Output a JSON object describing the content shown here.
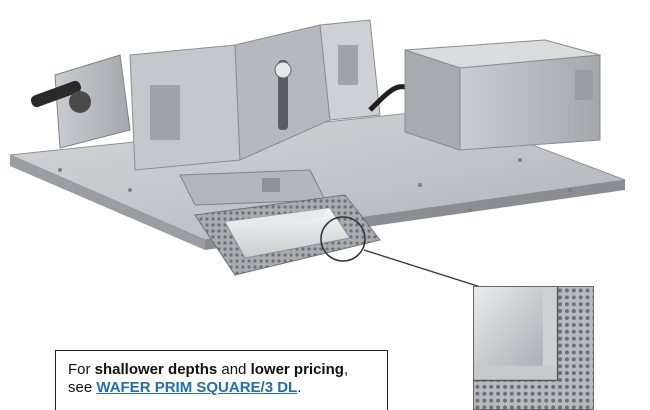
{
  "note": {
    "prefix": "For ",
    "emph1": "shallower depths",
    "mid": " and ",
    "emph2": "lower pricing",
    "suffix": ",",
    "line2_prefix": "see ",
    "link_text": "WAFER PRIM SQUARE/3 DL",
    "end": "."
  },
  "colors": {
    "link": "#1f6fb2",
    "metal": "#b9bcc0",
    "metal_dark": "#8b8f94",
    "metal_light": "#dfe2e5"
  },
  "icons": {
    "zoom_marker": "circle-callout-icon"
  }
}
